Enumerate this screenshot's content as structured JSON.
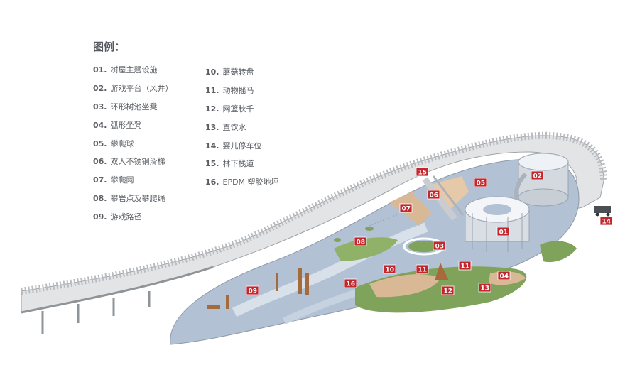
{
  "legend": {
    "title": "图例：",
    "items": [
      {
        "num": "01.",
        "label": "树屋主题设施"
      },
      {
        "num": "02.",
        "label": "游戏平台（风井）"
      },
      {
        "num": "03.",
        "label": "环形树池坐凳"
      },
      {
        "num": "04.",
        "label": "弧形坐凳"
      },
      {
        "num": "05.",
        "label": "攀爬球"
      },
      {
        "num": "06.",
        "label": "双人不锈钢滑梯"
      },
      {
        "num": "07.",
        "label": "攀爬网"
      },
      {
        "num": "08.",
        "label": "攀岩点及攀爬绳"
      },
      {
        "num": "09.",
        "label": "游戏路径"
      },
      {
        "num": "10.",
        "label": "蘑菇转盘"
      },
      {
        "num": "11.",
        "label": "动物摇马"
      },
      {
        "num": "12.",
        "label": "网篮秋千"
      },
      {
        "num": "13.",
        "label": "直饮水"
      },
      {
        "num": "14.",
        "label": "婴儿停车位"
      },
      {
        "num": "15.",
        "label": "林下栈道"
      },
      {
        "num": "16.",
        "label": "EPDM 塑胶地坪"
      }
    ]
  },
  "markers": [
    "01",
    "02",
    "03",
    "04",
    "05",
    "06",
    "07",
    "08",
    "09",
    "10",
    "11",
    "11",
    "12",
    "13",
    "14",
    "15",
    "16"
  ],
  "colors": {
    "marker": "#c1272d",
    "ground": "#a9b9cd",
    "wood": "#d9b896",
    "lawn": "#7fa35a",
    "boardwalk": "#e5e6e8",
    "legend_text": "#5a5e63"
  }
}
